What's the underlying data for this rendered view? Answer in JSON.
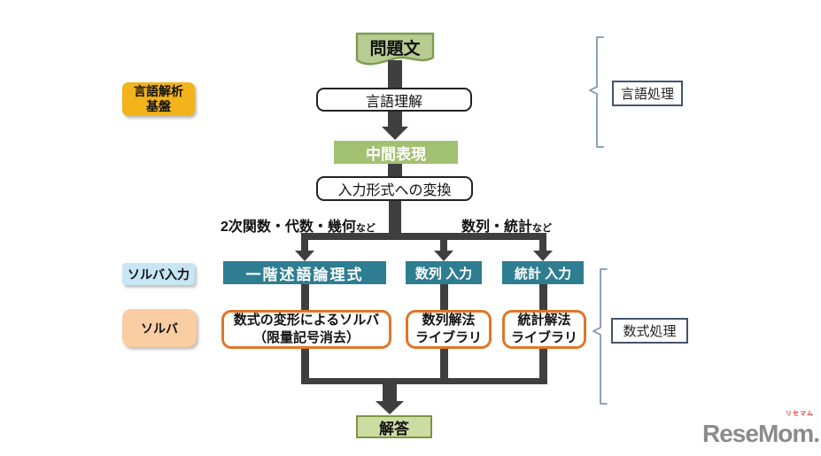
{
  "flow": {
    "problem": "問題文",
    "language_understanding": "言語理解",
    "intermediate": "中間表現",
    "conversion": "入力形式への変換",
    "answer": "解答"
  },
  "branches": {
    "left_label": "2次関数・代数・幾何",
    "left_suffix": "など",
    "right_label": "数列・統計",
    "right_suffix": "など"
  },
  "solver_inputs": [
    {
      "label": "一階述語論理式"
    },
    {
      "label": "数列 入力"
    },
    {
      "label": "統計 入力"
    }
  ],
  "solvers": [
    {
      "line1": "数式の変形によるソルバ",
      "line2": "（限量記号消去）"
    },
    {
      "line1": "数列解法",
      "line2": "ライブラリ"
    },
    {
      "line1": "統計解法",
      "line2": "ライブラリ"
    }
  ],
  "side_labels": {
    "language_base_line1": "言語解析",
    "language_base_line2": "基盤",
    "solver_input": "ソルバ入力",
    "solver": "ソルバ"
  },
  "groups": {
    "language_processing": "言語処理",
    "math_processing": "数式処理"
  },
  "logo": {
    "text": "ReseMom.",
    "ruby": "リセマム"
  },
  "colors": {
    "teal": "#2F7D91",
    "green": "#A3C172",
    "doc_green_fill": "#B7CC90",
    "doc_green_border": "#7D9B51",
    "answer_fill": "#CCDDA2",
    "answer_border": "#7E9445",
    "yellow": "#F2B31B",
    "light_blue": "#C7E5F2",
    "peach": "#FACDA3",
    "orange_border": "#E0762A",
    "connector_dark": "#3F3F3F",
    "bracket": "#8496B0",
    "group_box_border": "#44546A",
    "logo_gray": "#8B8B8B",
    "logo_red": "#D93A3A"
  }
}
